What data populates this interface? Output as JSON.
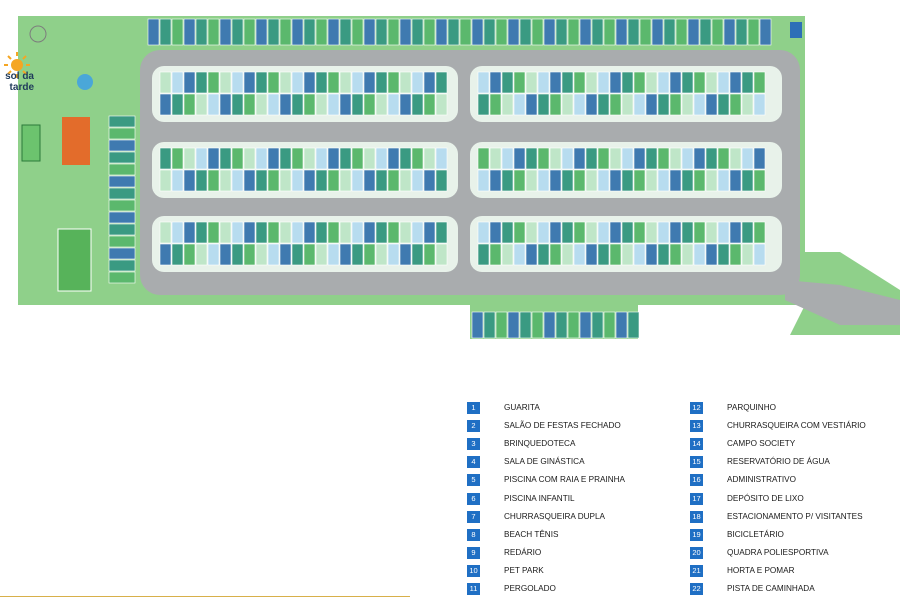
{
  "sun_label_line1": "sol da",
  "sun_label_line2": "tarde",
  "colors": {
    "grass": "#8fd08a",
    "road": "#a9acae",
    "lot_blue": "#3f7ab0",
    "lot_teal": "#3a9a82",
    "lot_green": "#5bb86d",
    "lot_light": "#bfe6c8",
    "lot_sky": "#b7dcef",
    "legend_badge": "#1f6fc4"
  },
  "legend": [
    {
      "num": "1",
      "label": "GUARITA"
    },
    {
      "num": "2",
      "label": "SALÃO DE FESTAS FECHADO"
    },
    {
      "num": "3",
      "label": "BRINQUEDOTECA"
    },
    {
      "num": "4",
      "label": "SALA DE GINÁSTICA"
    },
    {
      "num": "5",
      "label": "PISCINA COM RAIA E PRAINHA"
    },
    {
      "num": "6",
      "label": "PISCINA INFANTIL"
    },
    {
      "num": "7",
      "label": "CHURRASQUEIRA DUPLA"
    },
    {
      "num": "8",
      "label": "BEACH TÊNIS"
    },
    {
      "num": "9",
      "label": "REDÁRIO"
    },
    {
      "num": "10",
      "label": "PET PARK"
    },
    {
      "num": "11",
      "label": "PERGOLADO"
    },
    {
      "num": "12",
      "label": "PARQUINHO"
    },
    {
      "num": "13",
      "label": "CHURRASQUEIRA COM VESTIÁRIO"
    },
    {
      "num": "14",
      "label": "CAMPO SOCIETY"
    },
    {
      "num": "15",
      "label": "RESERVATÓRIO DE ÁGUA"
    },
    {
      "num": "16",
      "label": "ADMINISTRATIVO"
    },
    {
      "num": "17",
      "label": "DEPÓSITO DE LIXO"
    },
    {
      "num": "18",
      "label": "ESTACIONAMENTO P/ VISITANTES"
    },
    {
      "num": "19",
      "label": "BICICLETÁRIO"
    },
    {
      "num": "20",
      "label": "QUADRA POLIESPORTIVA"
    },
    {
      "num": "21",
      "label": "HORTA E POMAR"
    },
    {
      "num": "22",
      "label": "PISTA DE CAMINHADA"
    }
  ]
}
